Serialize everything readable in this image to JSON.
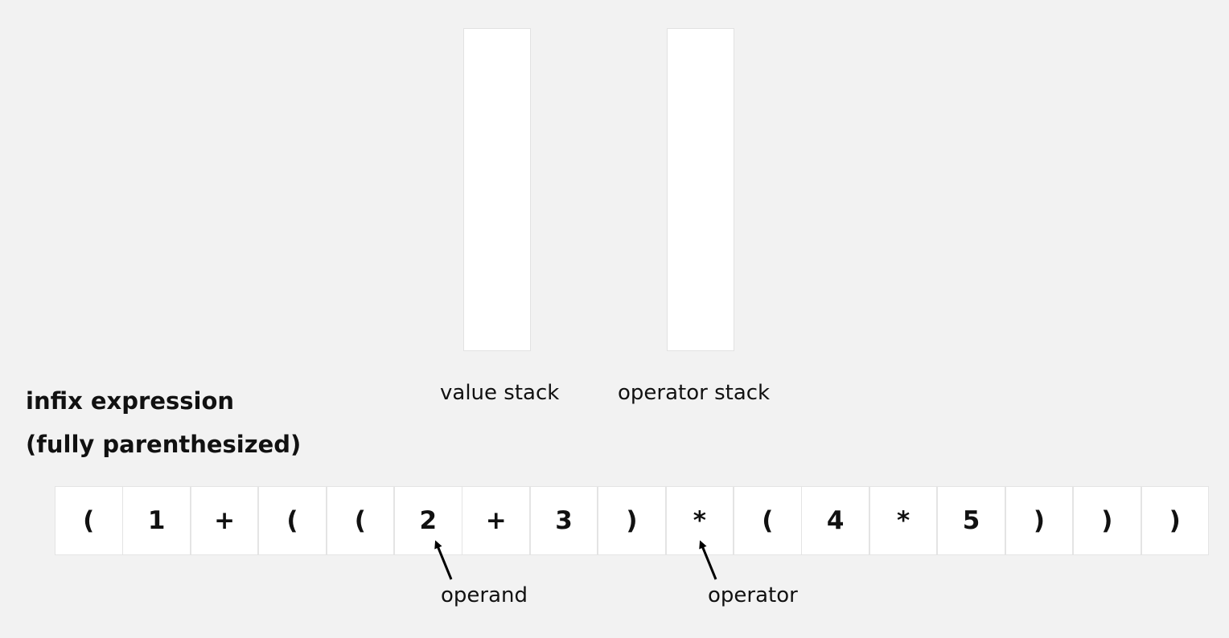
{
  "stacks": {
    "value_label": "value stack",
    "operator_label": "operator stack"
  },
  "heading": {
    "line1": "infix expression",
    "line2": "(fully parenthesized)"
  },
  "tokens": [
    "(",
    "1",
    "+",
    "(",
    "(",
    "2",
    "+",
    "3",
    ")",
    "*",
    "(",
    "4",
    "*",
    "5",
    ")",
    ")",
    ")"
  ],
  "annotations": {
    "operand_label": "operand",
    "operand_token_index": 5,
    "operator_label": "operator",
    "operator_token_index": 9
  }
}
